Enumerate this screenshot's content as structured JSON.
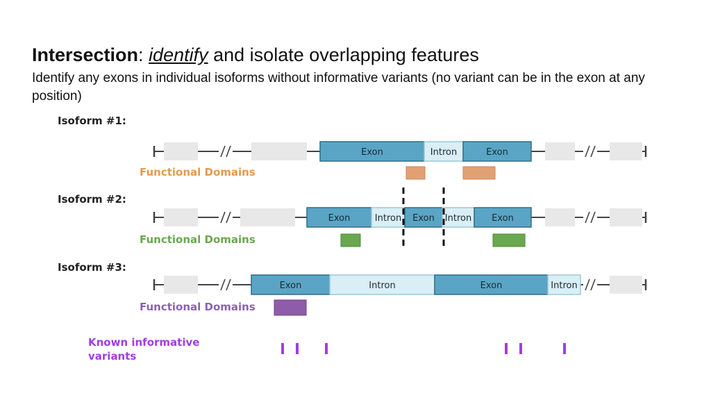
{
  "title": {
    "bold": "Intersection",
    "sep": ": ",
    "italic": "identify",
    "rest": " and isolate overlapping features"
  },
  "subtitle": "Identify any exons in individual isoforms without informative variants (no variant can be in the exon at any position)",
  "colors": {
    "exon_fill": "#5aa5c5",
    "exon_stroke": "#2f6d88",
    "intron_fill": "#daeef5",
    "intron_stroke": "#9cc9da",
    "placeholder": "#e8e8e8",
    "line": "#444444",
    "domain1": "#e3a173",
    "domain2": "#6aa84f",
    "domain3": "#8e5ca8",
    "variant": "#a23de0",
    "fd1_text": "#e59a4e",
    "fd2_text": "#6aa84f",
    "fd3_text": "#8a63b4",
    "known_text": "#a23de0"
  },
  "isoforms": [
    {
      "label": "Isoform #1:",
      "fd_label": "Functional Domains",
      "blocks": [
        {
          "type": "exon",
          "label": "Exon"
        },
        {
          "type": "intron",
          "label": "Intron"
        },
        {
          "type": "exon",
          "label": "Exon"
        }
      ]
    },
    {
      "label": "Isoform #2:",
      "fd_label": "Functional Domains",
      "blocks": [
        {
          "type": "exon",
          "label": "Exon"
        },
        {
          "type": "intron",
          "label": "Intron"
        },
        {
          "type": "exon",
          "label": "Exon"
        },
        {
          "type": "intron",
          "label": "Intron"
        },
        {
          "type": "exon",
          "label": "Exon"
        }
      ]
    },
    {
      "label": "Isoform #3:",
      "fd_label": "Functional Domains",
      "blocks": [
        {
          "type": "exon",
          "label": "Exon"
        },
        {
          "type": "intron",
          "label": "Intron"
        },
        {
          "type": "exon",
          "label": "Exon"
        },
        {
          "type": "intron",
          "label": "Intron"
        }
      ]
    }
  ],
  "known_variants": {
    "label_line1": "Known informative",
    "label_line2": "variants"
  }
}
